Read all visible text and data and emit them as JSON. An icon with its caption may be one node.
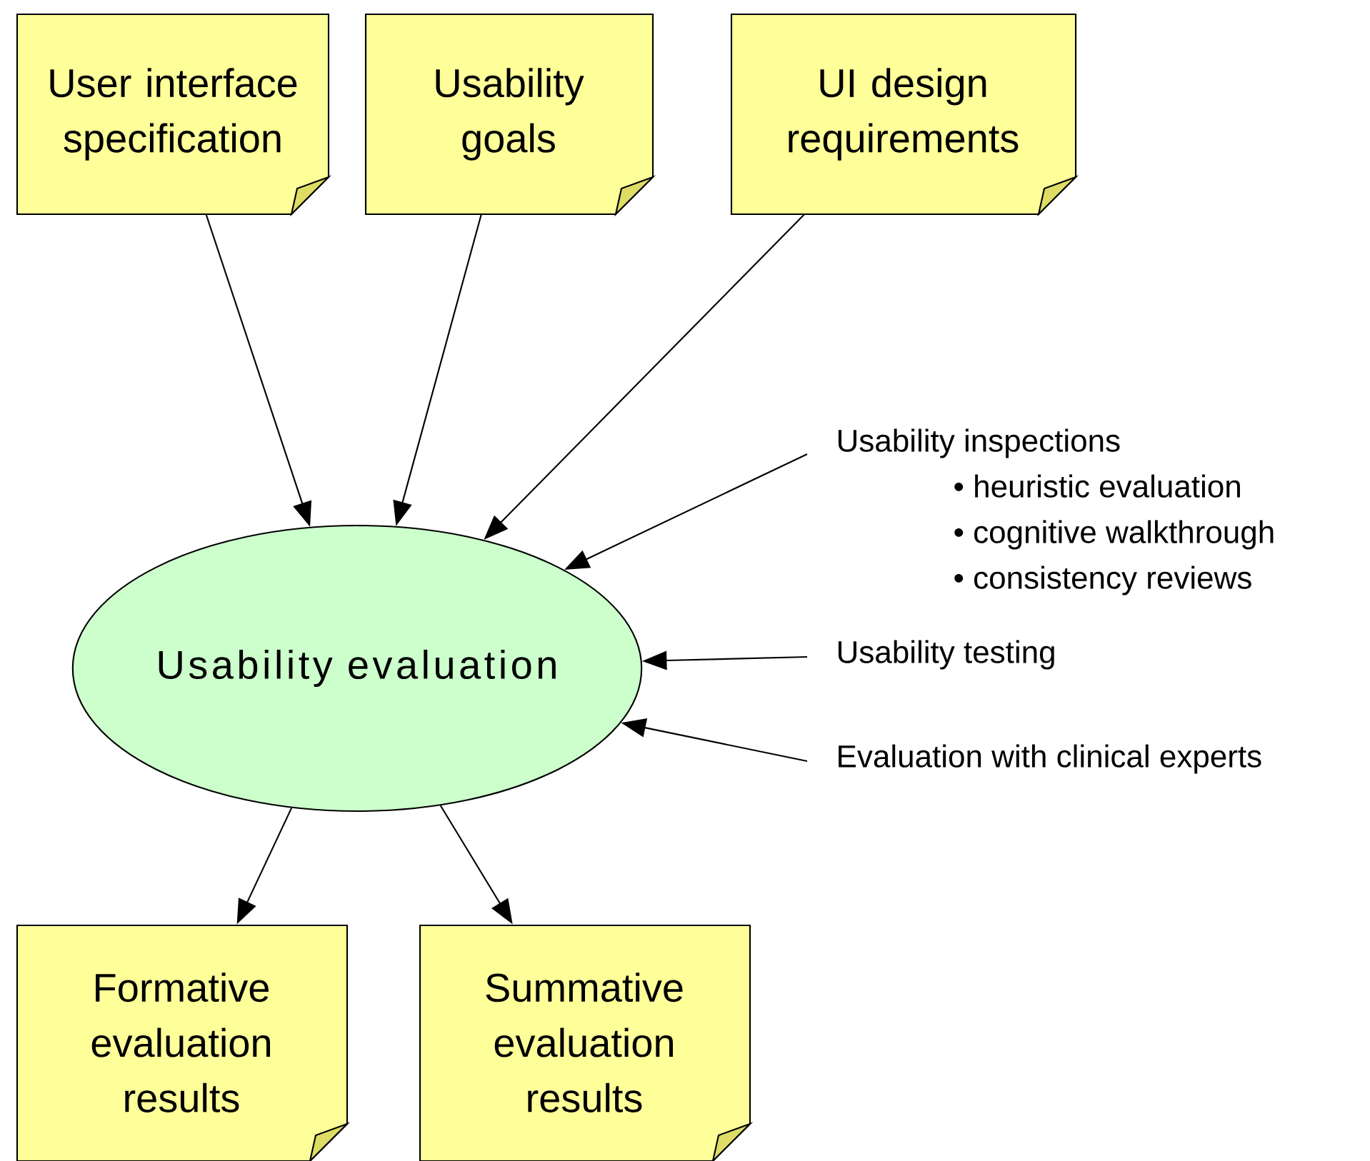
{
  "diagram": {
    "nodes": [
      {
        "text": [
          "User interface specification"
        ]
      },
      {
        "text": [
          "Usability goals"
        ]
      },
      {
        "text": [
          "UI design requirements"
        ]
      },
      {
        "text": [
          "Usability evaluation"
        ]
      },
      {
        "text": [
          "Usability inspections",
          "• heuristic evaluation",
          "• cognitive walkthrough",
          "• consistency reviews"
        ]
      },
      {
        "text": [
          "Usability testing"
        ]
      },
      {
        "text": [
          "Evaluation with clinical experts"
        ]
      },
      {
        "text": [
          "Formative evaluation results"
        ]
      },
      {
        "text": [
          "Summative evaluation results"
        ]
      }
    ],
    "edges": [
      {
        "from": 0,
        "to": 3,
        "arrow": "to"
      },
      {
        "from": 1,
        "to": 3,
        "arrow": "to"
      },
      {
        "from": 2,
        "to": 3,
        "arrow": "to"
      },
      {
        "from": 4,
        "to": 3,
        "arrow": "to"
      },
      {
        "from": 5,
        "to": 3,
        "arrow": "to"
      },
      {
        "from": 6,
        "to": 3,
        "arrow": "to"
      },
      {
        "from": 3,
        "to": 7,
        "arrow": "to"
      },
      {
        "from": 3,
        "to": 8,
        "arrow": "to"
      }
    ]
  }
}
